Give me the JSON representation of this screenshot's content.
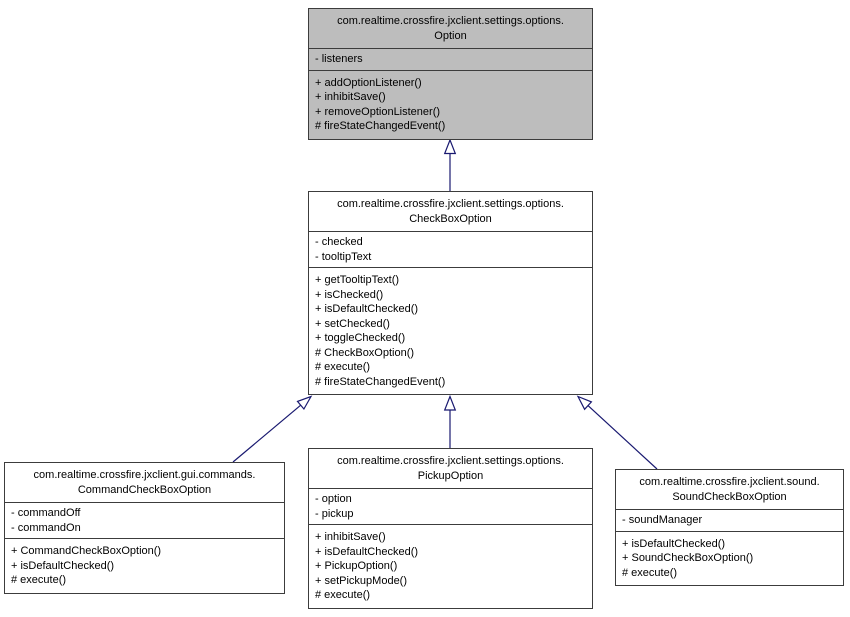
{
  "diagram": {
    "type": "uml-class-inheritance-diagram",
    "colors": {
      "background": "#ffffff",
      "node_border": "#3c3c3c",
      "node_fill": "#ffffff",
      "highlight_fill": "#bdbdbd",
      "edge": "#191970",
      "text": "#000000"
    },
    "classes": {
      "option": {
        "package": "com.realtime.crossfire.jxclient.settings.options.",
        "name": "Option",
        "attributes": [
          "- listeners"
        ],
        "methods": [
          "+ addOptionListener()",
          "+ inhibitSave()",
          "+ removeOptionListener()",
          "# fireStateChangedEvent()"
        ]
      },
      "checkbox_option": {
        "package": "com.realtime.crossfire.jxclient.settings.options.",
        "name": "CheckBoxOption",
        "attributes": [
          "- checked",
          "- tooltipText"
        ],
        "methods": [
          "+ getTooltipText()",
          "+ isChecked()",
          "+ isDefaultChecked()",
          "+ setChecked()",
          "+ toggleChecked()",
          "# CheckBoxOption()",
          "# execute()",
          "# fireStateChangedEvent()"
        ]
      },
      "command_checkbox_option": {
        "package": "com.realtime.crossfire.jxclient.gui.commands.",
        "name": "CommandCheckBoxOption",
        "attributes": [
          "- commandOff",
          "- commandOn"
        ],
        "methods": [
          "+ CommandCheckBoxOption()",
          "+ isDefaultChecked()",
          "# execute()"
        ]
      },
      "pickup_option": {
        "package": "com.realtime.crossfire.jxclient.settings.options.",
        "name": "PickupOption",
        "attributes": [
          "- option",
          "- pickup"
        ],
        "methods": [
          "+ inhibitSave()",
          "+ isDefaultChecked()",
          "+ PickupOption()",
          "+ setPickupMode()",
          "# execute()"
        ]
      },
      "sound_checkbox_option": {
        "package": "com.realtime.crossfire.jxclient.sound.",
        "name": "SoundCheckBoxOption",
        "attributes": [
          "- soundManager"
        ],
        "methods": [
          "+ isDefaultChecked()",
          "+ SoundCheckBoxOption()",
          "# execute()"
        ]
      }
    },
    "edges": [
      {
        "from": "CheckBoxOption",
        "to": "Option",
        "type": "generalization"
      },
      {
        "from": "CommandCheckBoxOption",
        "to": "CheckBoxOption",
        "type": "generalization"
      },
      {
        "from": "PickupOption",
        "to": "CheckBoxOption",
        "type": "generalization"
      },
      {
        "from": "SoundCheckBoxOption",
        "to": "CheckBoxOption",
        "type": "generalization"
      }
    ]
  }
}
